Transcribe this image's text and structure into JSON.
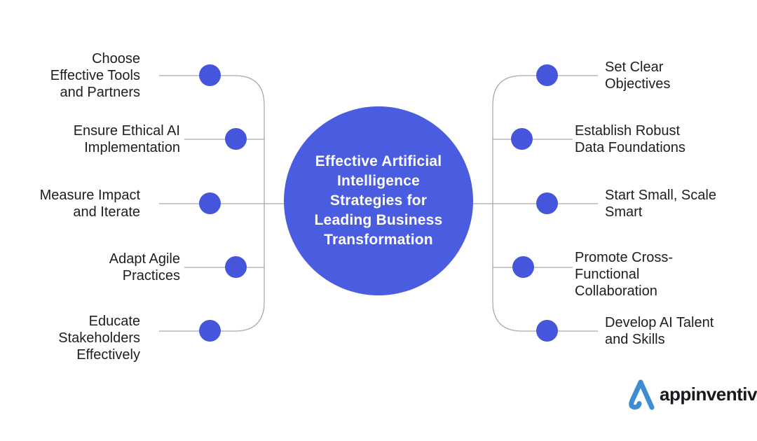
{
  "colors": {
    "background": "#FFFFFF",
    "accent": "#4A5CDF",
    "dot": "#4556DC",
    "connector": "#A9A9A9",
    "label_text": "#1E1E1E",
    "circle_text": "#FFFFFF",
    "logo_blue": "#3E8CD2",
    "logo_text": "#17191D"
  },
  "center": {
    "title": "Effective Artificial\nIntelligence\nStrategies for\nLeading Business\nTransformation"
  },
  "left_items": [
    {
      "label": "Choose\nEffective Tools\nand Partners"
    },
    {
      "label": "Ensure Ethical AI\nImplementation"
    },
    {
      "label": "Measure Impact\nand Iterate"
    },
    {
      "label": "Adapt Agile\nPractices"
    },
    {
      "label": "Educate\nStakeholders\nEffectively"
    }
  ],
  "right_items": [
    {
      "label": "Set Clear\nObjectives"
    },
    {
      "label": "Establish Robust\nData Foundations"
    },
    {
      "label": "Start Small, Scale\nSmart"
    },
    {
      "label": "Promote Cross-\nFunctional\nCollaboration"
    },
    {
      "label": "Develop AI Talent\nand Skills"
    }
  ],
  "logo": {
    "text": "appinventiv"
  }
}
